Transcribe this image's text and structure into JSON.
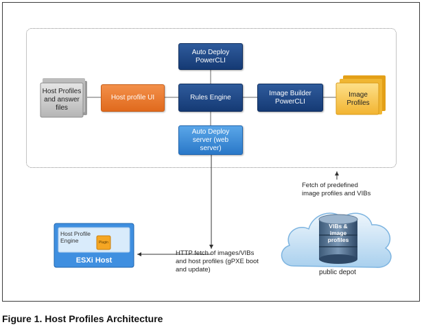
{
  "boxes": {
    "auto_deploy_powercli": "Auto Deploy PowerCLI",
    "rules_engine": "Rules Engine",
    "auto_deploy_server": "Auto Deploy server (web server)",
    "host_profile_ui": "Host profile UI",
    "image_builder_powercli": "Image Builder PowerCLI",
    "host_profiles_files": "Host Profiles and answer files",
    "image_profiles": "Image Profiles"
  },
  "esxi": {
    "engine_label": "Host Profile Engine",
    "plugin_label": "Plugin",
    "host_label": "ESXi Host"
  },
  "cloud": {
    "label": "VIBs & image profiles",
    "depot_label": "public depot"
  },
  "annotations": {
    "fetch_predefined": "Fetch of predefined image profiles and VIBs",
    "http_fetch": "HTTP fetch of images/VIBs and host profiles (gPXE boot and update)"
  },
  "caption": "Figure 1. Host Profiles Architecture",
  "colors": {
    "navy": "#153a74",
    "light_blue": "#2a78c8",
    "orange": "#e06a1d",
    "gold": "#f5c64b",
    "gray_folder": "#c9c9c9"
  }
}
